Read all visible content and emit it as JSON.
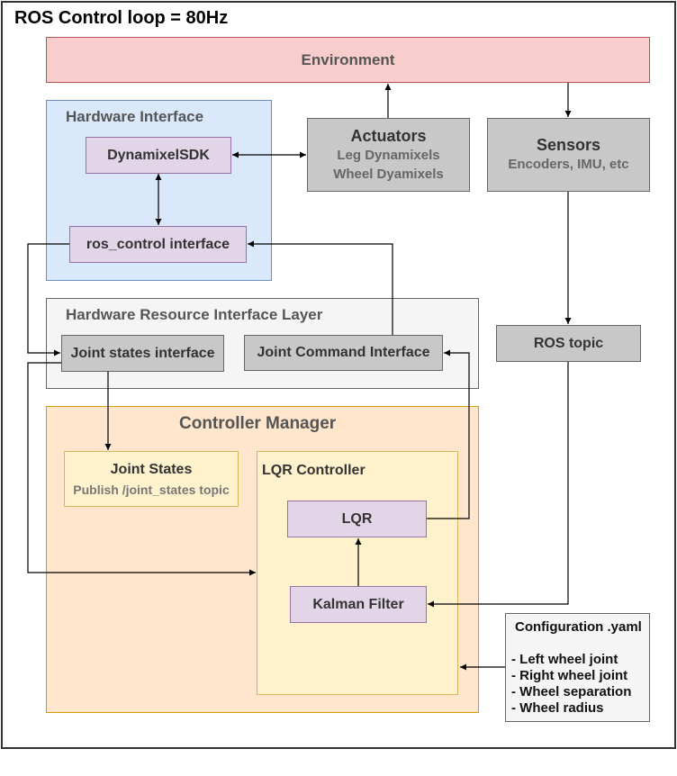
{
  "title": "ROS Control loop = 80Hz",
  "environment": "Environment",
  "hardware_interface": {
    "label": "Hardware Interface",
    "dynamixel_sdk": "DynamixelSDK",
    "ros_control": "ros_control interface"
  },
  "actuators": {
    "title": "Actuators",
    "line1": "Leg Dynamixels",
    "line2": "Wheel Dyamixels"
  },
  "sensors": {
    "title": "Sensors",
    "subtitle": "Encoders, IMU, etc"
  },
  "hril": {
    "label": "Hardware Resource Interface Layer",
    "joint_states_interface": "Joint states interface",
    "joint_command_interface": "Joint Command Interface"
  },
  "ros_topic": "ROS topic",
  "controller_manager": {
    "label": "Controller Manager",
    "joint_states": {
      "title": "Joint States",
      "subtitle": "Publish /joint_states topic"
    },
    "lqr_controller": {
      "label": "LQR Controller",
      "lqr": "LQR",
      "kalman": "Kalman Filter"
    }
  },
  "configuration": {
    "title": "Configuration  .yaml",
    "items": [
      "- Left wheel joint",
      "- Right wheel joint",
      "- Wheel separation",
      "- Wheel radius"
    ]
  }
}
